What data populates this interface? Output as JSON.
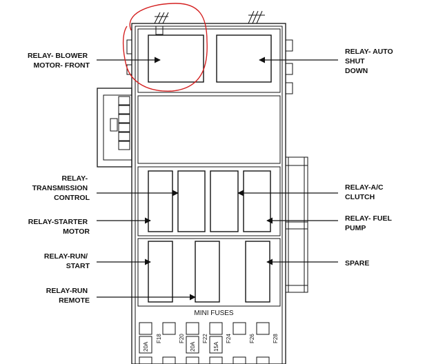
{
  "labels": {
    "blower": [
      "RELAY- BLOWER",
      "MOTOR- FRONT"
    ],
    "auto_shut_down": [
      "RELAY- AUTO",
      "SHUT",
      "DOWN"
    ],
    "transmission": [
      "RELAY-",
      "TRANSMISSION",
      "CONTROL"
    ],
    "ac_clutch": [
      "RELAY-A/C",
      "CLUTCH"
    ],
    "starter": [
      "RELAY-STARTER",
      "MOTOR"
    ],
    "fuel_pump": [
      "RELAY- FUEL",
      "PUMP"
    ],
    "run_start": [
      "RELAY-RUN/",
      "START"
    ],
    "spare": [
      "SPARE"
    ],
    "run_remote": [
      "RELAY-RUN",
      "REMOTE"
    ]
  },
  "mini_fuses_label": "MINI FUSES",
  "fuses": [
    {
      "id": "fuse-1",
      "rating": "20A"
    },
    {
      "id": "fuse-2",
      "rating": "F18"
    },
    {
      "id": "fuse-3",
      "rating": "F20"
    },
    {
      "id": "fuse-4",
      "rating": "20A"
    },
    {
      "id": "fuse-5",
      "rating": "F22"
    },
    {
      "id": "fuse-6",
      "rating": "15A"
    },
    {
      "id": "fuse-7",
      "rating": "F24"
    },
    {
      "id": "fuse-8",
      "rating": "F26"
    },
    {
      "id": "fuse-9",
      "rating": "F28"
    }
  ],
  "highlight_color": "#d42020",
  "line_color": "#111111"
}
